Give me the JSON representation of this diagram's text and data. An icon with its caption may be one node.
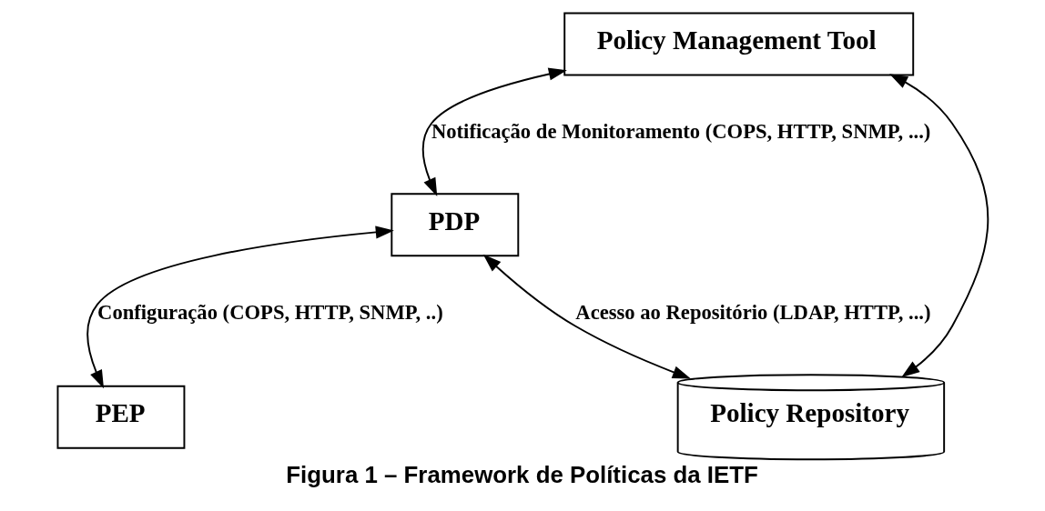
{
  "diagram": {
    "caption": "Figura 1 – Framework de Políticas da IETF",
    "nodes": [
      {
        "text": [
          "Policy Management Tool"
        ]
      },
      {
        "text": [
          "PDP"
        ]
      },
      {
        "text": [
          "Policy Repository"
        ]
      },
      {
        "text": [
          "PEP"
        ]
      }
    ],
    "edges": [
      {
        "from": 0,
        "to": 1,
        "arrow": "both",
        "label": "Notificação de Monitoramento (COPS, HTTP, SNMP, ...)"
      },
      {
        "from": 0,
        "to": 2,
        "arrow": "both"
      },
      {
        "from": 1,
        "to": 2,
        "arrow": "both",
        "label": "Acesso ao Repositório (LDAP, HTTP, ...)"
      },
      {
        "from": 1,
        "to": 3,
        "arrow": "both",
        "label": "Configuração (COPS, HTTP, SNMP, ..)"
      }
    ]
  }
}
